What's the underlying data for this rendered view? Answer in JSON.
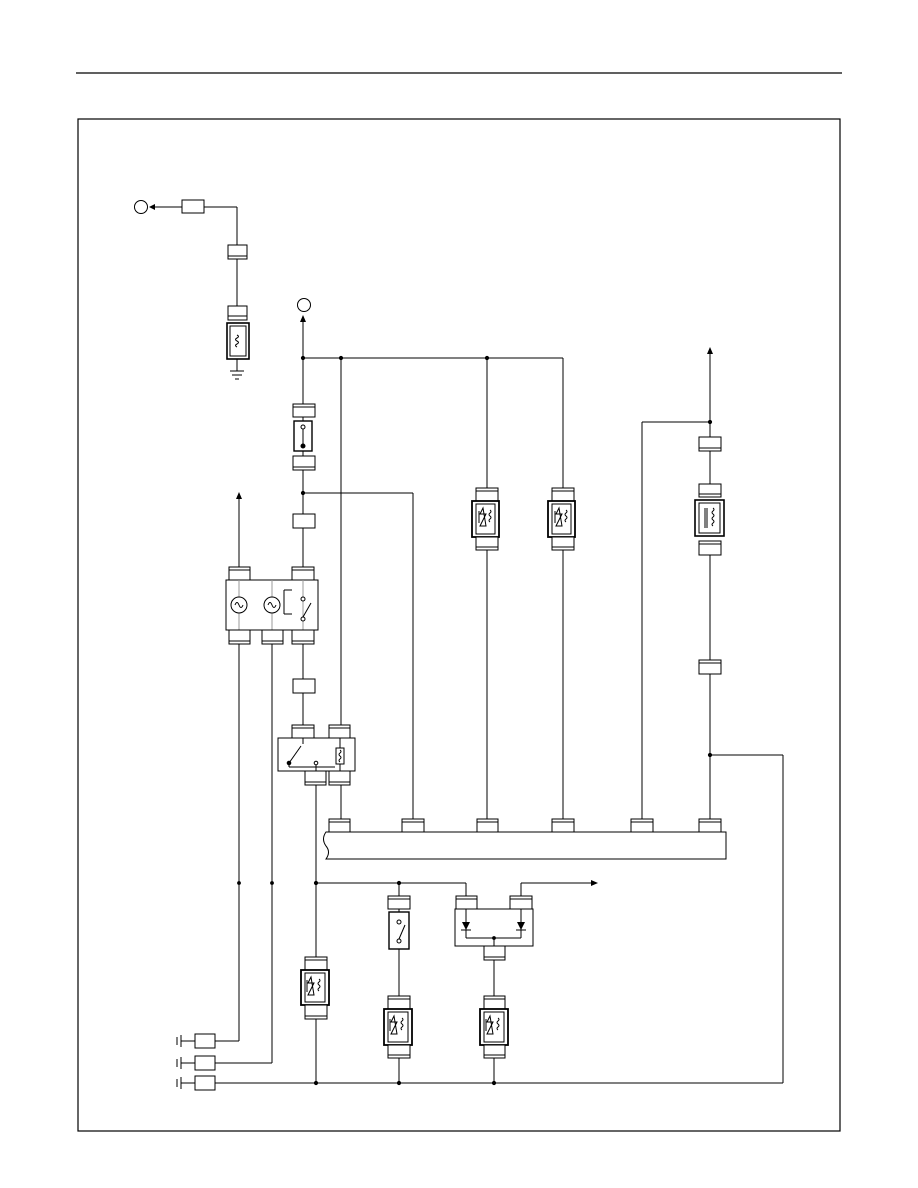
{
  "page": {
    "background": "#ffffff",
    "ink_color": "#000000",
    "wire_color": "#000000",
    "text_visible": false
  },
  "diagram": {
    "kind": "wiring-schematic",
    "components": {
      "fuse": 1,
      "dual_lamp_relay_unit": 1,
      "relay": 1,
      "switch_module": 1,
      "diode_pair_module": 1,
      "shielded_coil_devices": 5,
      "grounded_coil_device": 1,
      "coil_assembly": 1,
      "control_module_bar": 1,
      "ground_connectors": 3,
      "off_page_arrows": 5,
      "circle_references": 2
    }
  }
}
